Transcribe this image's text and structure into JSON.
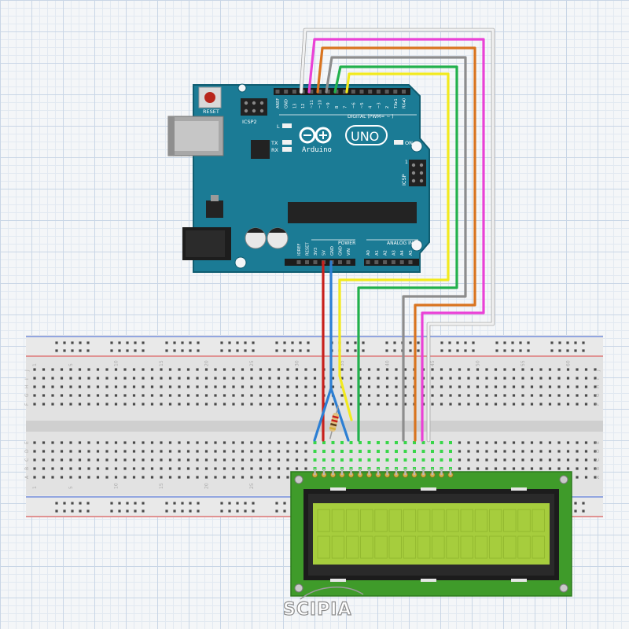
{
  "colors": {
    "arduino": "#1b7b95",
    "arduino_dark": "#0f5c70",
    "lcd_pcb": "#3f9b2a",
    "lcd_screen": "#a6cd3d",
    "wire_red": "#c8201c",
    "wire_blue": "#2d7fd3",
    "wire_green": "#22b14c",
    "wire_yellow": "#f2ea1e",
    "wire_gray": "#8d8d8d",
    "wire_orange": "#d9741f",
    "wire_magenta": "#ea41d6",
    "wire_white": "#d9d9d9"
  },
  "arduino": {
    "reset_label": "RESET",
    "icsp2_label": "ICSP2",
    "icsp_label": "ICSP",
    "icsp_num": "1",
    "digital_label": "DIGITAL (PWM= ~ )",
    "logo_text": "Arduino",
    "model": "UNO",
    "led_l": "L",
    "led_tx": "TX",
    "led_rx": "RX",
    "led_on": "ON",
    "power_label": "POWER",
    "analog_label": "ANALOG IN",
    "digital_pins": [
      "AREF",
      "GND",
      "13",
      "12",
      "~11",
      "~10",
      "~9",
      "8",
      "7",
      "~6",
      "~5",
      "4",
      "~3",
      "2",
      "TX▸1",
      "RX◂0"
    ],
    "power_pins": [
      "IOREF",
      "RESET",
      "3V3",
      "5V",
      "GND",
      "GND",
      "VIN"
    ],
    "analog_pins": [
      "A0",
      "A1",
      "A2",
      "A3",
      "A4",
      "A5"
    ]
  },
  "breadboard": {
    "top_numbers": [
      "1",
      "5",
      "10",
      "15",
      "20",
      "25",
      "30",
      "35",
      "40",
      "45",
      "50",
      "55",
      "60"
    ],
    "bottom_numbers": [
      "1",
      "5",
      "10",
      "15",
      "20",
      "25"
    ],
    "row_letters_top": [
      "J",
      "I",
      "H",
      "G",
      "F"
    ],
    "row_letters_bottom": [
      "E",
      "D",
      "C",
      "B",
      "A"
    ]
  },
  "watermark": "SCIPIA"
}
